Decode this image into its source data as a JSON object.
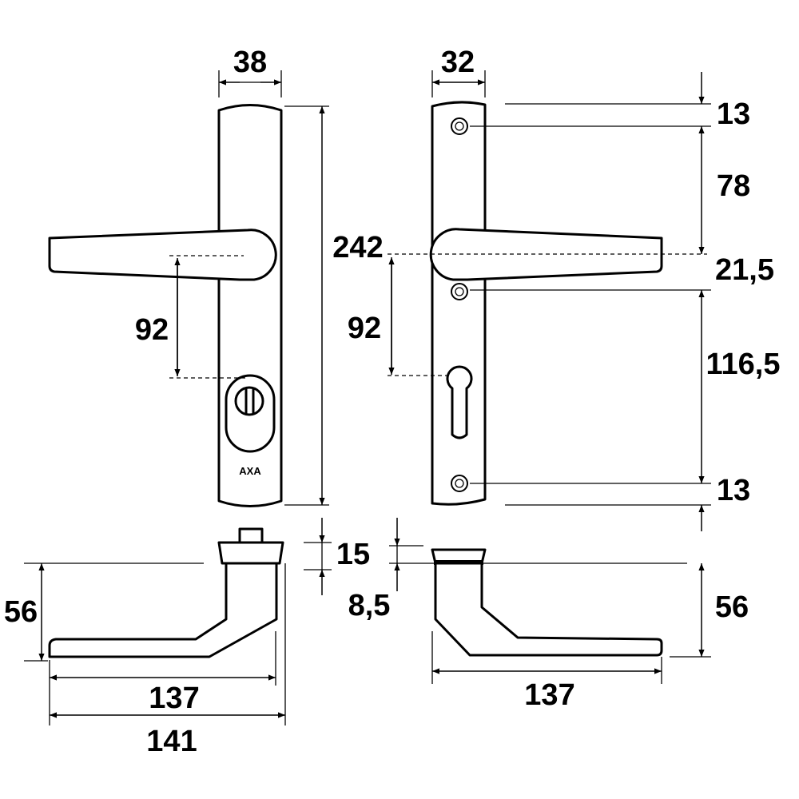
{
  "brand": "AXA",
  "dimensions": {
    "front_width_left": "38",
    "front_width_right": "32",
    "plate_height": "242",
    "center_left": "92",
    "center_right": "92",
    "top_offset": "13",
    "screw_to_handle": "78",
    "handle_to_screw": "21,5",
    "screw_to_screw": "116,5",
    "bottom_offset": "13",
    "rosette_height": "15",
    "plate_thickness": "8,5",
    "handle_drop_left": "56",
    "handle_drop_right": "56",
    "handle_length_left": "137",
    "overall_length": "141",
    "handle_length_right": "137"
  }
}
